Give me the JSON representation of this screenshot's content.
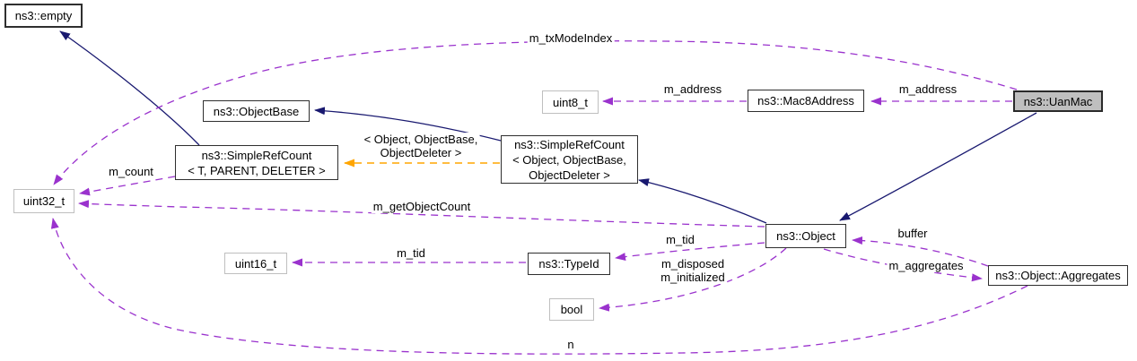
{
  "diagram": {
    "kind": "doxygen-collaboration-graph",
    "background": "#ffffff",
    "colors": {
      "inheritance_edge": "#191970",
      "usage_edge": "#9a32cd",
      "template_edge": "#ffa500",
      "selected_node_fill": "#bfbfbf",
      "class_node_border": "#2f2f2f",
      "primitive_node_border": "#bfbfbf"
    },
    "nodes": {
      "empty": "ns3::empty",
      "object_base": "ns3::ObjectBase",
      "simple_ref_count_generic": "ns3::SimpleRefCount\n< T, PARENT, DELETER >",
      "simple_ref_count_object": "ns3::SimpleRefCount\n< Object, ObjectBase,\nObjectDeleter >",
      "uint32_t": "uint32_t",
      "uint8_t": "uint8_t",
      "uint16_t": "uint16_t",
      "bool": "bool",
      "mac8_address": "ns3::Mac8Address",
      "uan_mac": "ns3::UanMac",
      "object": "ns3::Object",
      "type_id": "ns3::TypeId",
      "aggregates": "ns3::Object::Aggregates"
    },
    "edge_labels": {
      "tx_mode_index": "m_txModeIndex",
      "address_left": "m_address",
      "address_right": "m_address",
      "count": "m_count",
      "get_object_count": "m_getObjectCount",
      "tid_left": "m_tid",
      "tid_right": "m_tid",
      "disposed_initialized": "m_disposed\nm_initialized",
      "buffer": "buffer",
      "aggregates_member": "m_aggregates",
      "n": "n",
      "template_instantiation": "< Object, ObjectBase,\nObjectDeleter >"
    }
  }
}
